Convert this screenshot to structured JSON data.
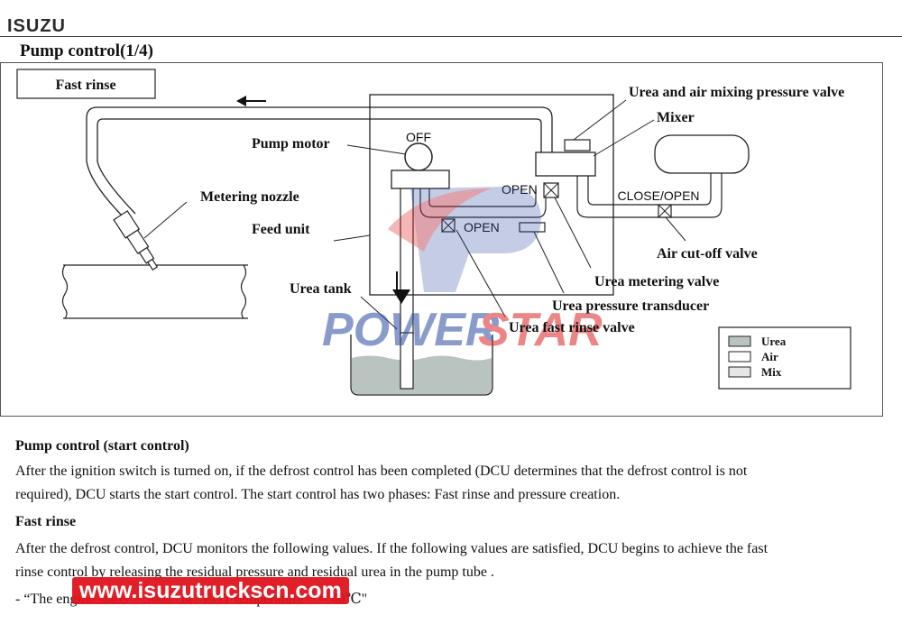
{
  "header": {
    "brand": "ISUZU",
    "title": "Pump control(1/4)"
  },
  "diagram": {
    "mode_box": "Fast rinse",
    "labels": {
      "mixing_valve": "Urea and air mixing pressure valve",
      "mixer": "Mixer",
      "pump_motor": "Pump motor",
      "off": "OFF",
      "metering_nozzle": "Metering nozzle",
      "feed_unit": "Feed unit",
      "open_upper": "OPEN",
      "open_lower": "OPEN",
      "close_open": "CLOSE/OPEN",
      "air_cutoff": "Air cut-off valve",
      "urea_metering_valve": "Urea metering valve",
      "urea_tank": "Urea tank",
      "urea_pressure_transducer": "Urea pressure transducer",
      "urea_fast_rinse_valve": "Urea fast rinse valve"
    },
    "legend": [
      {
        "label": "Urea",
        "color": "#b9c4c0"
      },
      {
        "label": "Air",
        "color": "#ffffff"
      },
      {
        "label": "Mix",
        "color": "#e6e6e6"
      }
    ],
    "watermark": {
      "part1": "POWER",
      "part2": "STAR"
    }
  },
  "body": {
    "h1": "Pump control (start control)",
    "p1_line1": "After the ignition switch is turned on, if the defrost control has been completed (DCU determines that the defrost control is not",
    "p1_line2": "required), DCU starts the start control. The start control has two phases: Fast rinse and pressure creation.",
    "h2": "Fast rinse",
    "p2_line1": "After the defrost control, DCU monitors the following values. If the following values are satisfied, DCU begins to achieve the fast",
    "p2_line2": "rinse control by releasing the residual pressure and residual urea in the pump tube .",
    "p3": "- “The engine starts > 300s” or “EGT temperature > = 40℃\""
  },
  "watermark_url": "www.isuzutruckscn.com"
}
